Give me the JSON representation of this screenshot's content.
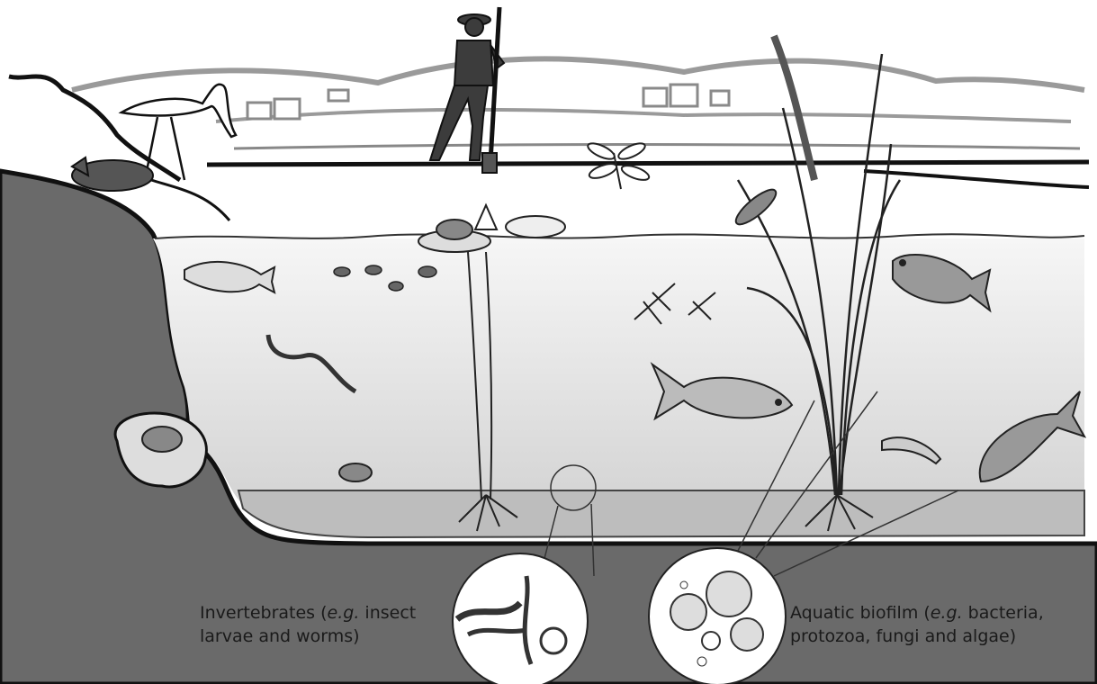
{
  "labels": {
    "invertebrates": {
      "pre": "Invertebrates (",
      "eg": "e.g.",
      "post1": " insect",
      "line2": "larvae and worms)"
    },
    "biofilm": {
      "pre": "Aquatic biofilm (",
      "eg": "e.g.",
      "post1": " bacteria,",
      "line2": "protozoa, fungi and algae)"
    }
  },
  "colors": {
    "soil": "#6a6a6a",
    "soil_edge": "#111111",
    "water_surface": "#f4f4f4",
    "water_deep": "#d9d9d9",
    "sediment": "#bdbdbd",
    "hills": "#9a9a9a",
    "ink": "#222222"
  }
}
